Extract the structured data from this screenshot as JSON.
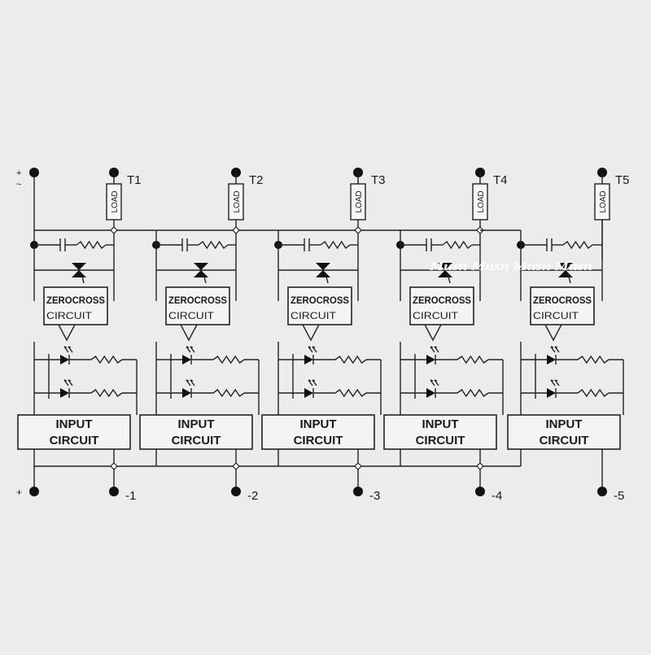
{
  "supply_marks": {
    "plus": "+",
    "tilde": "~"
  },
  "bottom_plus": "+",
  "channels": [
    {
      "terminal": "T1",
      "neg": "-1",
      "load": "LOAD",
      "zc1": "ZEROCROSS",
      "zc2": "CIRCUIT",
      "in1": "INPUT",
      "in2": "CIRCUIT"
    },
    {
      "terminal": "T2",
      "neg": "-2",
      "load": "LOAD",
      "zc1": "ZEROCROSS",
      "zc2": "CIRCUIT",
      "in1": "INPUT",
      "in2": "CIRCUIT"
    },
    {
      "terminal": "T3",
      "neg": "-3",
      "load": "LOAD",
      "zc1": "ZEROCROSS",
      "zc2": "CIRCUIT",
      "in1": "INPUT",
      "in2": "CIRCUIT"
    },
    {
      "terminal": "T4",
      "neg": "-4",
      "load": "LOAD",
      "zc1": "ZEROCROSS",
      "zc2": "CIRCUIT",
      "in1": "INPUT",
      "in2": "CIRCUIT"
    },
    {
      "terminal": "T5",
      "neg": "-5",
      "load": "LOAD",
      "zc1": "ZEROCROSS",
      "zc2": "CIRCUIT",
      "in1": "INPUT",
      "in2": "CIRCUIT"
    }
  ],
  "watermark": "Musn Musn Musn Musn",
  "colors": {
    "background": "#ececec",
    "line": "#222222"
  }
}
